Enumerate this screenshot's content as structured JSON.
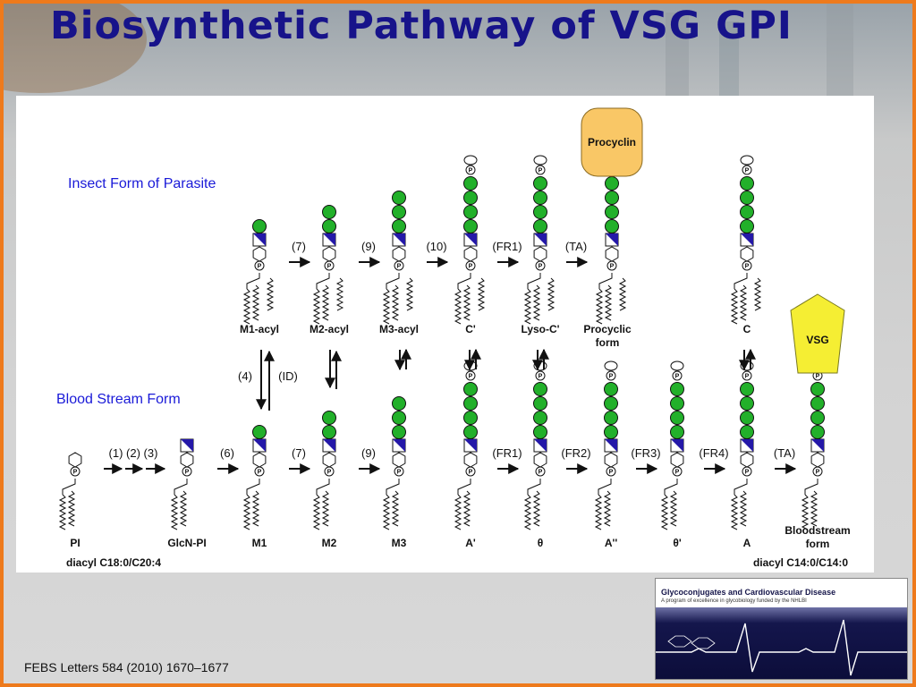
{
  "slide": {
    "title": "Biosynthetic Pathway of VSG GPI",
    "citation": "FEBS Letters 584 (2010) 1670–1677"
  },
  "diagram": {
    "insect_label": "Insect Form of Parasite",
    "blood_label": "Blood Stream Form",
    "phosphate_symbol": "P",
    "procyclin": "Procyclin",
    "vsg": "VSG",
    "top_row": [
      {
        "label": "M1-acyl",
        "mannose": 1,
        "ethanolamine": false
      },
      {
        "label": "M2-acyl",
        "mannose": 2,
        "ethanolamine": false
      },
      {
        "label": "M3-acyl",
        "mannose": 3,
        "ethanolamine": false
      },
      {
        "label": "C'",
        "mannose": 4,
        "ethanolamine": true
      },
      {
        "label": "Lyso-C'",
        "mannose": 4,
        "ethanolamine": true
      },
      {
        "label_line1": "Procyclic",
        "label_line2": "form",
        "mannose": 4,
        "ethanolamine": true
      },
      {
        "label": "C",
        "mannose": 4,
        "ethanolamine": true
      }
    ],
    "top_steps": [
      "(7)",
      "(9)",
      "(10)",
      "(FR1)",
      "(TA)"
    ],
    "exchange_steps": [
      "(4)",
      "(ID)"
    ],
    "bottom_row": [
      {
        "label": "PI",
        "mannose": 0
      },
      {
        "label": "GlcN-PI",
        "mannose": 0
      },
      {
        "label": "M1",
        "mannose": 1
      },
      {
        "label": "M2",
        "mannose": 2
      },
      {
        "label": "M3",
        "mannose": 3
      },
      {
        "label": "A'",
        "mannose": 4
      },
      {
        "label": "θ",
        "mannose": 4
      },
      {
        "label": "A''",
        "mannose": 4
      },
      {
        "label": "θ'",
        "mannose": 4
      },
      {
        "label": "A",
        "mannose": 4
      },
      {
        "label_line1": "Bloodstream",
        "label_line2": "form",
        "mannose": 4
      }
    ],
    "bottom_steps": [
      "(1) (2) (3)",
      "(6)",
      "(7)",
      "(9)",
      "(FR1)",
      "(FR2)",
      "(FR3)",
      "(FR4)",
      "(TA)"
    ],
    "left_note": "diacyl C18:0/C20:4",
    "right_note": "diacyl C14:0/C14:0",
    "colors": {
      "mannose": "#22b02a",
      "glcn": "#2418a8",
      "procyclin_fill": "#f9c766",
      "vsg_fill": "#f5ee33"
    }
  },
  "logo": {
    "title": "Glycoconjugates and Cardiovascular Disease",
    "subtitle": "A program of excellence in glycobiology funded by the NHLBI"
  }
}
